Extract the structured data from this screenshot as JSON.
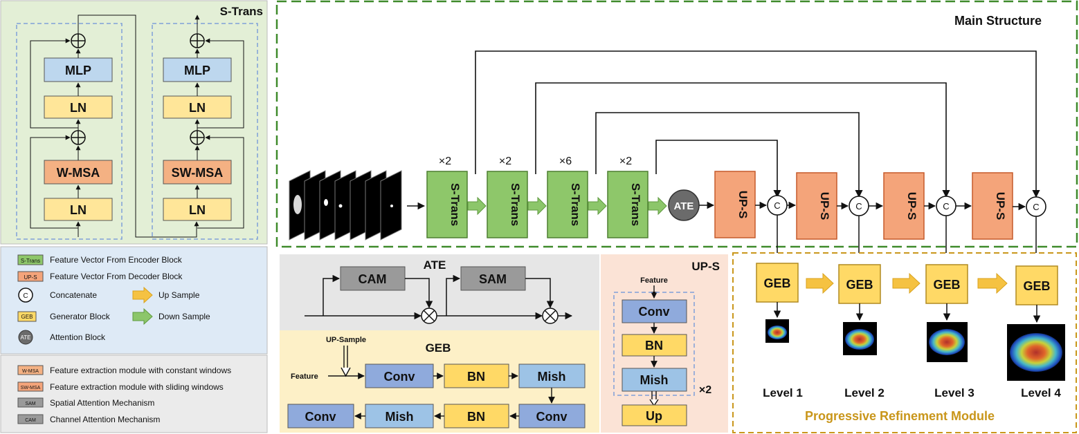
{
  "s_trans_panel": {
    "title": "S-Trans",
    "left_block": {
      "top": "MLP",
      "mid": "LN",
      "attn": "W-MSA",
      "bottom": "LN"
    },
    "right_block": {
      "top": "MLP",
      "mid": "LN",
      "attn": "SW-MSA",
      "bottom": "LN"
    }
  },
  "legend": {
    "items": [
      {
        "swatch": "S-Trans",
        "text": "Feature Vector From Encoder Block"
      },
      {
        "swatch": "UP-S",
        "text": "Feature Vector From Decoder Block"
      },
      {
        "swatch": "C",
        "text": "Concatenate"
      },
      {
        "swatch": "GEB",
        "text": "Generator Block"
      },
      {
        "swatch": "ATE",
        "text": "Attention Block"
      }
    ],
    "arrows": [
      {
        "text": "Up Sample",
        "color": "#f5c242"
      },
      {
        "text": "Down Sample",
        "color": "#8cc66a"
      }
    ],
    "modules": [
      {
        "swatch": "W-MSA",
        "text": "Feature extraction module with constant windows"
      },
      {
        "swatch": "SW-MSA",
        "text": "Feature extraction module with sliding windows"
      },
      {
        "swatch": "SAM",
        "text": "Spatial Attention Mechanism"
      },
      {
        "swatch": "CAM",
        "text": "Channel Attention Mechanism"
      }
    ]
  },
  "main": {
    "title": "Main Structure",
    "encoders": [
      {
        "label": "S-Trans",
        "mult": "×2"
      },
      {
        "label": "S-Trans",
        "mult": "×2"
      },
      {
        "label": "S-Trans",
        "mult": "×6"
      },
      {
        "label": "S-Trans",
        "mult": "×2"
      }
    ],
    "ate": "ATE",
    "decoders": [
      "UP-S",
      "UP-S",
      "UP-S",
      "UP-S"
    ],
    "concat": "C"
  },
  "ate_panel": {
    "title": "ATE",
    "cam": "CAM",
    "sam": "SAM"
  },
  "geb_panel": {
    "title": "GEB",
    "upsample_label": "UP-Sample",
    "feature_label": "Feature",
    "row1": [
      "Conv",
      "BN",
      "Mish"
    ],
    "row2": [
      "Conv",
      "Mish",
      "BN",
      "Conv"
    ]
  },
  "ups_panel": {
    "title": "UP-S",
    "feature_label": "Feature",
    "blocks": [
      "Conv",
      "BN",
      "Mish"
    ],
    "mult": "×2",
    "up": "Up"
  },
  "prm": {
    "title": "Progressive Refinement Module",
    "gebs": [
      "GEB",
      "GEB",
      "GEB",
      "GEB"
    ],
    "levels": [
      "Level 1",
      "Level 2",
      "Level 3",
      "Level 4"
    ]
  },
  "colors": {
    "green_panel": "#e3efd6",
    "blue_panel": "#deeaf6",
    "grey_panel": "#ebebeb",
    "yellow_panel": "#fdf0c7",
    "peach_panel": "#fbe3d6",
    "encoder": "#8ec76a",
    "decoder": "#f4a47a",
    "mlp": "#bdd7ee",
    "ln": "#ffe699",
    "msa": "#f4b183",
    "conv": "#8faadc",
    "bn": "#ffd966",
    "mish": "#9dc3e6",
    "geb": "#ffd966"
  }
}
